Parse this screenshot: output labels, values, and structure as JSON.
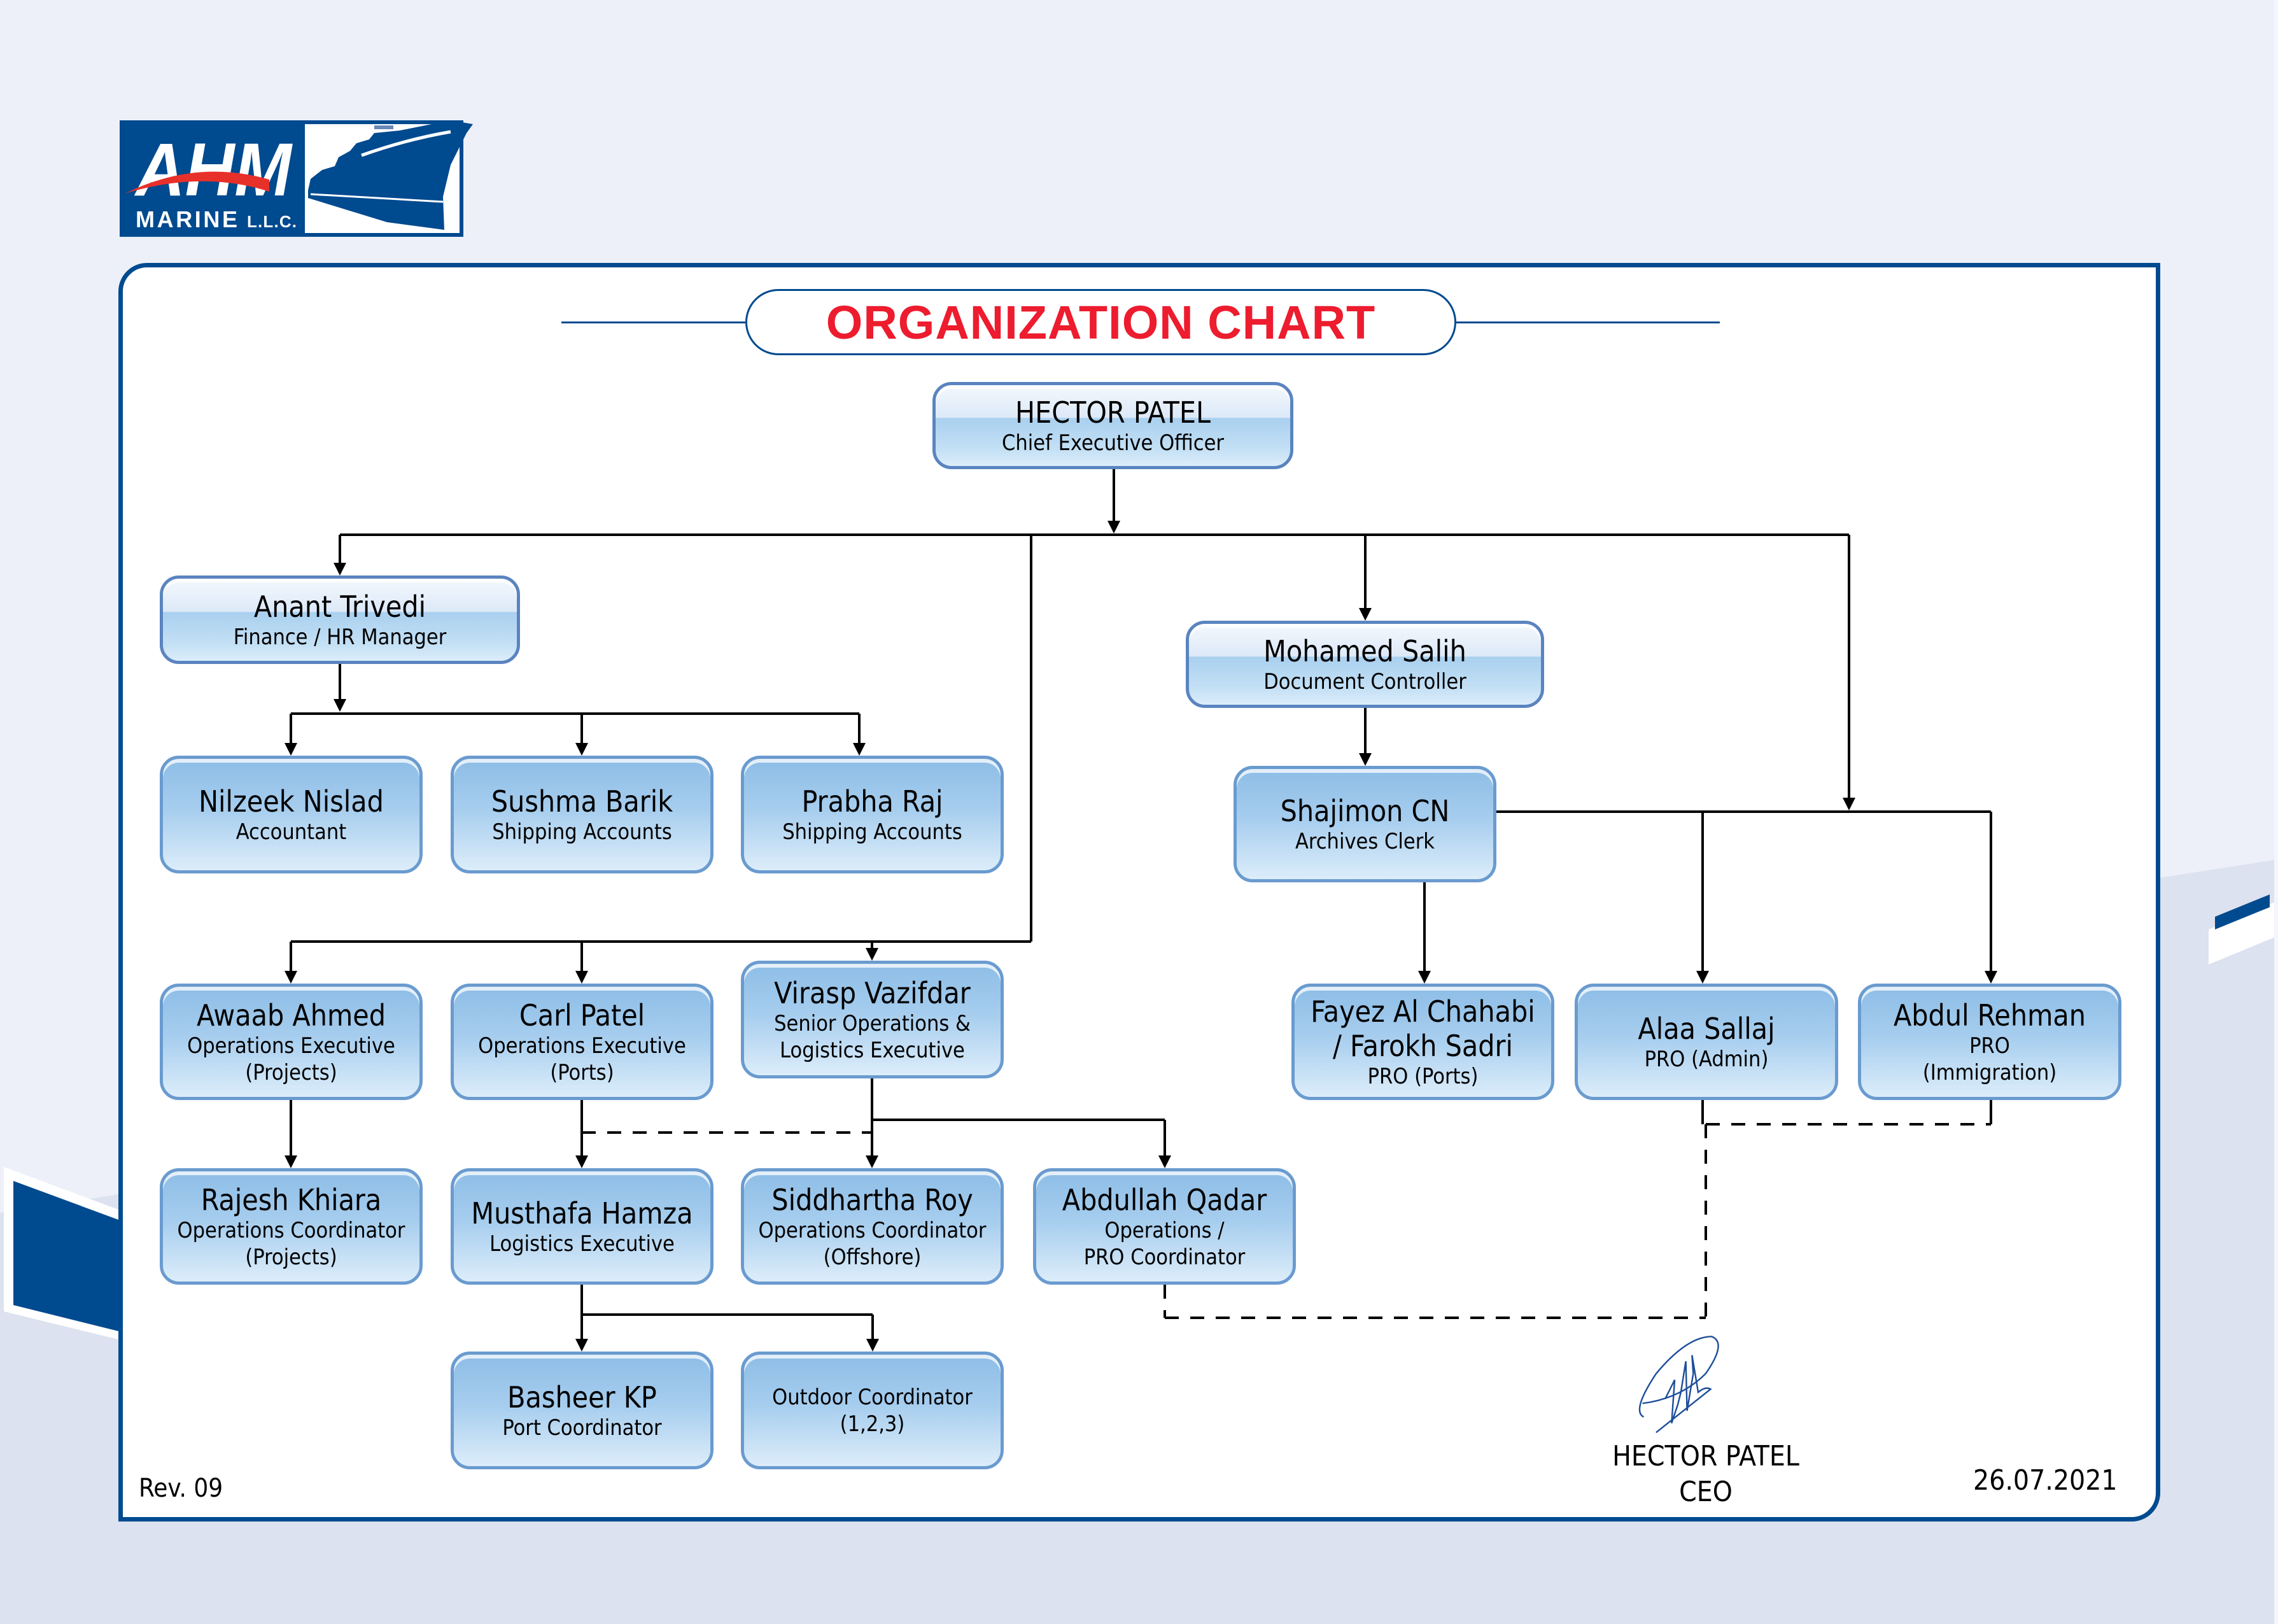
{
  "logo": {
    "brand": "AHM",
    "subtitle": "MARINE",
    "suffix": "L.L.C."
  },
  "title": "ORGANIZATION CHART",
  "nodes": {
    "ceo": {
      "name": "HECTOR PATEL",
      "role": "Chief Executive Officer"
    },
    "finance": {
      "name": "Anant Trivedi",
      "role": "Finance / HR Manager"
    },
    "accountant": {
      "name": "Nilzeek Nislad",
      "role": "Accountant"
    },
    "ship_acc_1": {
      "name": "Sushma Barik",
      "role": "Shipping Accounts"
    },
    "ship_acc_2": {
      "name": "Prabha Raj",
      "role": "Shipping Accounts"
    },
    "doc_ctrl": {
      "name": "Mohamed Salih",
      "role": "Document Controller"
    },
    "archives": {
      "name": "Shajimon CN",
      "role": "Archives Clerk"
    },
    "ops_proj": {
      "name": "Awaab Ahmed",
      "role": "Operations Executive",
      "role2": "(Projects)"
    },
    "ops_ports": {
      "name": "Carl Patel",
      "role": "Operations Executive",
      "role2": "(Ports)"
    },
    "senior_ops": {
      "name": "Virasp Vazifdar",
      "role": "Senior Operations &",
      "role2": "Logistics Executive"
    },
    "ops_coord_proj": {
      "name": "Rajesh Khiara",
      "role": "Operations Coordinator",
      "role2": "(Projects)"
    },
    "logistics": {
      "name": "Musthafa Hamza",
      "role": "Logistics Executive"
    },
    "ops_coord_off": {
      "name": "Siddhartha Roy",
      "role": "Operations Coordinator",
      "role2": "(Offshore)"
    },
    "ops_pro_coord": {
      "name": "Abdullah Qadar",
      "role": "Operations /",
      "role2": "PRO Coordinator"
    },
    "port_coord": {
      "name": "Basheer KP",
      "role": "Port Coordinator"
    },
    "outdoor": {
      "role": "Outdoor Coordinator",
      "role2": "(1,2,3)"
    },
    "pro_ports": {
      "name": "Fayez Al Chahabi",
      "name2": "/ Farokh Sadri",
      "role": "PRO (Ports)"
    },
    "pro_admin": {
      "name": "Alaa Sallaj",
      "role": "PRO (Admin)"
    },
    "pro_immig": {
      "name": "Abdul Rehman",
      "role": "PRO",
      "role2": "(Immigration)"
    }
  },
  "footer": {
    "revision": "Rev. 09",
    "signatory_name": "HECTOR PATEL",
    "signatory_title": "CEO",
    "date": "26.07.2021"
  },
  "colors": {
    "brand_blue": "#004a8f",
    "title_red": "#ed1c2e",
    "box_border": "#6a9bcf",
    "bg_light": "#edf0f8",
    "bg_lower": "#dce2ef"
  }
}
